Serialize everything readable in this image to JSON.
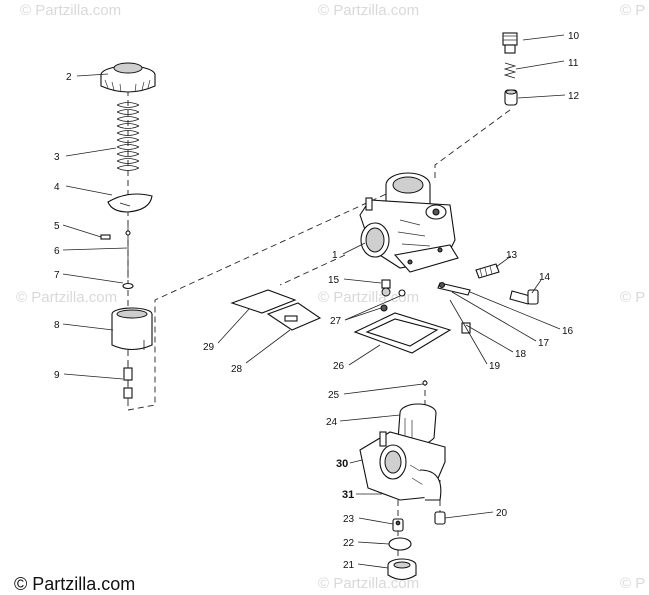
{
  "watermark": {
    "text": "© Partzilla.com",
    "side_fragment": "© P"
  },
  "footer": {
    "copyright": "© Partzilla.com"
  },
  "callouts": [
    {
      "id": "1",
      "label": "1"
    },
    {
      "id": "2",
      "label": "2"
    },
    {
      "id": "3",
      "label": "3"
    },
    {
      "id": "4",
      "label": "4"
    },
    {
      "id": "5",
      "label": "5"
    },
    {
      "id": "6",
      "label": "6"
    },
    {
      "id": "7",
      "label": "7"
    },
    {
      "id": "8",
      "label": "8"
    },
    {
      "id": "9",
      "label": "9"
    },
    {
      "id": "10",
      "label": "10"
    },
    {
      "id": "11",
      "label": "11"
    },
    {
      "id": "12",
      "label": "12"
    },
    {
      "id": "13",
      "label": "13"
    },
    {
      "id": "14",
      "label": "14"
    },
    {
      "id": "15",
      "label": "15"
    },
    {
      "id": "16",
      "label": "16"
    },
    {
      "id": "17",
      "label": "17"
    },
    {
      "id": "18",
      "label": "18"
    },
    {
      "id": "19",
      "label": "19"
    },
    {
      "id": "20",
      "label": "20"
    },
    {
      "id": "21",
      "label": "21"
    },
    {
      "id": "22",
      "label": "22"
    },
    {
      "id": "23",
      "label": "23"
    },
    {
      "id": "24",
      "label": "24"
    },
    {
      "id": "25",
      "label": "25"
    },
    {
      "id": "26",
      "label": "26"
    },
    {
      "id": "27",
      "label": "27"
    },
    {
      "id": "28",
      "label": "28"
    },
    {
      "id": "29",
      "label": "29"
    },
    {
      "id": "30",
      "label": "30"
    },
    {
      "id": "31",
      "label": "31"
    }
  ]
}
